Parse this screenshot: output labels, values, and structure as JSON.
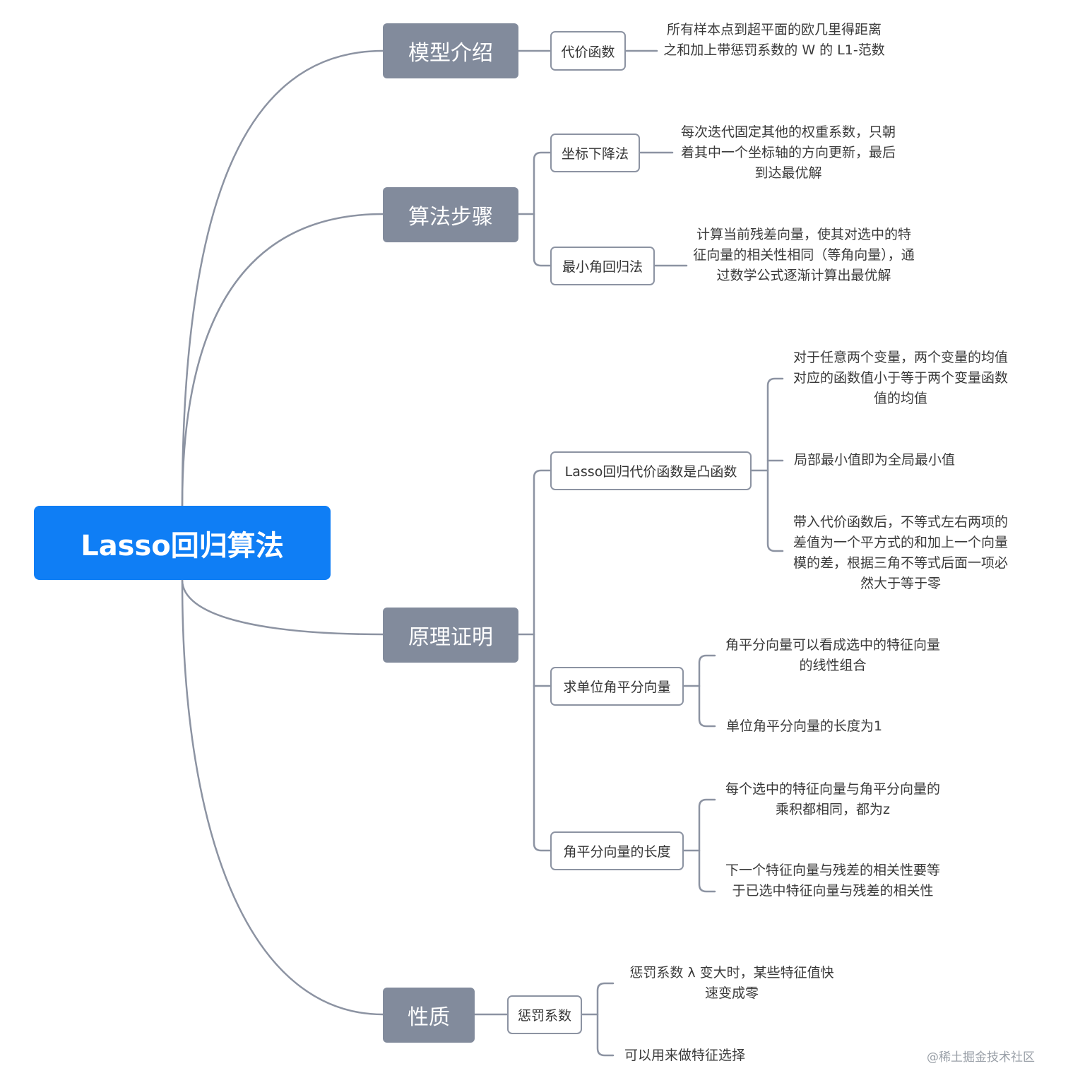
{
  "root": {
    "label": "Lasso回归算法"
  },
  "branches": [
    {
      "label": "模型介绍",
      "children": [
        {
          "label": "代价函数",
          "leaves": [
            "所有样本点到超平面的欧几里得距离之和加上带惩罚系数的 W 的 L1-范数"
          ]
        }
      ]
    },
    {
      "label": "算法步骤",
      "children": [
        {
          "label": "坐标下降法",
          "leaves": [
            "每次迭代固定其他的权重系数，只朝着其中一个坐标轴的方向更新，最后到达最优解"
          ]
        },
        {
          "label": "最小角回归法",
          "leaves": [
            "计算当前残差向量，使其对选中的特征向量的相关性相同（等角向量），通过数学公式逐渐计算出最优解"
          ]
        }
      ]
    },
    {
      "label": "原理证明",
      "children": [
        {
          "label": "Lasso回归代价函数是凸函数",
          "leaves": [
            "对于任意两个变量，两个变量的均值对应的函数值小于等于两个变量函数值的均值",
            "局部最小值即为全局最小值",
            "带入代价函数后，不等式左右两项的差值为一个平方式的和加上一个向量模的差，根据三角不等式后面一项必然大于等于零"
          ]
        },
        {
          "label": "求单位角平分向量",
          "leaves": [
            "角平分向量可以看成选中的特征向量的线性组合",
            "单位角平分向量的长度为1"
          ]
        },
        {
          "label": "角平分向量的长度",
          "leaves": [
            "每个选中的特征向量与角平分向量的乘积都相同，都为z",
            "下一个特征向量与残差的相关性要等于已选中特征向量与残差的相关性"
          ]
        }
      ]
    },
    {
      "label": "性质",
      "children": [
        {
          "label": "惩罚系数",
          "leaves": [
            "惩罚系数 λ 变大时，某些特征值快速变成零",
            "可以用来做特征选择"
          ]
        }
      ]
    }
  ],
  "watermark": "@稀土掘金技术社区",
  "colors": {
    "root": "#0f7ef5",
    "branch": "#828b9c",
    "line": "#8c93a2"
  }
}
